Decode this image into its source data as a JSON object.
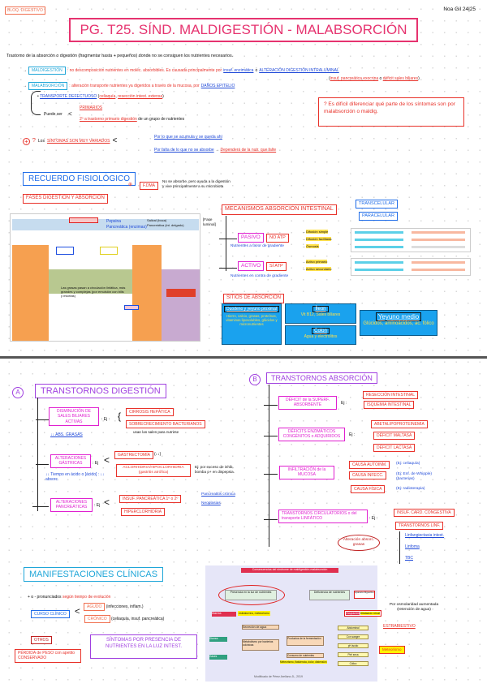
{
  "header": {
    "tag": "BLOQ. DIGESTIVO",
    "author": "Noa Gil 24|25",
    "title": "PG. T25. SÍND. MALDIGESTIÓN - MALABSORCIÓN"
  },
  "intro": {
    "definition": "Trastorno de la absorción o digestión (fragmentar hasta + pequeños) donde no se consiguen los nutrientes necesarios.",
    "maldigestion": {
      "label": "MALDIGESTIÓN",
      "text": ": no descomposición nutrientes en moléc. absorbibles. Es causada principalmente por",
      "link1": "insuf. enzimática",
      "or": "o",
      "link2": "ALTERACIÓN DIGESTIÓN INTRALUMINAL",
      "sub1": "insuf. pancreática exocrina",
      "sub_or": "o",
      "sub2": "déficit sales biliares"
    },
    "malabsorcion": {
      "label": "MALABSORCIÓN",
      "text": ": alteración transporte nutrientes ya digeridos a través de la mucosa, por",
      "link": "DAÑOS EPITELIO",
      "defect": "TRANSPORTE DEFECTUOSO",
      "defect_ex1": "celiaquía",
      "defect_ex2": "resección intest. extensa",
      "puede_ser": "Puede ser",
      "primario": "PRIMARIOS",
      "secundario": "2º a trastorno primario digestión",
      "secundario_tail": "de un grupo de nutrientes"
    },
    "note": "? Es difícil diferenciar qué parte de los síntomas son por malabsorción o maldig.",
    "sintomas": {
      "prefix": "Los",
      "label": "SÍNTOMAS SON MUY VARIADOS",
      "branch1": "Por lo que se acumula y se queda ahí",
      "branch2": "Por falta de lo que no se absorbe",
      "result": "Dependerá de la nutr. que falte"
    }
  },
  "recuerdo": {
    "title": "RECUERDO FISIOLÓGICO",
    "fases": "FASES DIGESTIÓN Y ABSORCIÓN",
    "flag": "F.DMA",
    "flag_note": "No se absorbe, pero ayuda a la digestión y vive principalmente a su microbiota",
    "diagram_labels": {
      "a1": "Pepsina",
      "a2": "Pancreática (enzimas)",
      "s1": "Salival (boca)",
      "s2": "Pancreática (int. delgado)",
      "side": "[Fase luminal]",
      "note": "Las grasas pasan a circulación linfática, más grandes y complejas (por emulsión con bilis y micelas)"
    },
    "mecanismos": {
      "title": "MECANISMOS ABSORCIÓN INTESTINAL",
      "trans": "TRANSCELULAR",
      "para": "PARACELULAR",
      "pasivo": "PASIVO",
      "pasivo_tag": "NO ATP",
      "pasivo_note": "Nutrientes a favor de gradiente",
      "activo": "ACTIVO",
      "activo_tag": "SÍ ATP",
      "activo_note": "Nutrientes en contra de gradiente",
      "pasivo_rows": [
        "Difusión simple",
        "Difusión facilitada",
        "Ósmosis"
      ],
      "activo_rows": [
        "Activo primario",
        "Activo secundario"
      ]
    },
    "sitios": {
      "title": "SITIOS DE ABSORCIÓN",
      "duodeno": "Duodeno y yeyuno proximal",
      "duodeno_text": "Hierro, calcio, grasas, proteínas, vitaminas liposolubles, glúcidos y micronutrientes",
      "ileon": "Íleon",
      "ileon_text": "Vit B12, Sales biliares",
      "colon": "Colon",
      "colon_text": "Agua y electrolitos",
      "yeyuno": "Yeyuno medio",
      "yeyuno_text": "Glúcidos, aminoácidos, ac. fólico"
    }
  },
  "digestion": {
    "letter": "A",
    "title": "TRANSTORNOS DIGESTIÓN",
    "items": [
      {
        "label": "DISMINUCIÓN DE SALES BILIARES ACTIVAS",
        "note": "↓↓ ABS. GRASAS",
        "ej": ": Ej :",
        "causes": [
          "CIRROSIS HEPÁTICA",
          "SOBRECRECIMIENTO BACTERIANOS"
        ],
        "cause_note": "usan las sales para nutrirse"
      },
      {
        "label": "ALTERACIONES GÁSTRICAS",
        "note": "↓↓ Tiempo en ácido o [ácido] : ↓↓ absorc.",
        "ej": ": Ej",
        "causes": [
          "GASTRECTOMÍA",
          "ACLORHIDRIA/HIPOCLORHIDRIA (gastritis atrófica)"
        ],
        "cause_extra": "(↓↓)",
        "cause_note": "Ej: por exceso de inhib. bomba p+ en dispepsia."
      },
      {
        "label": "ALTERACIONES PANCREÁTICAS",
        "ej": ": Ej",
        "causes": [
          "INSUF. PANCREÁTICA 1º o 2º",
          "HIPERCLORHIDRIA"
        ],
        "links": [
          "Pancreatitis crónica",
          "Neoplasias"
        ]
      }
    ]
  },
  "absorcion": {
    "letter": "B",
    "title": "TRANSTORNOS ABSORCIÓN",
    "items": [
      {
        "label": "DÉFICIT de la SUPERF. ABSORBENTE",
        "ej": "Ej :",
        "causes": [
          "RESECCIÓN INTESTINAL",
          "ISQUEMIA INTESTINAL"
        ]
      },
      {
        "label": "DÉFICITS ENZIMÁTICOS CONGÉNITOS o ADQUIRIDOS",
        "ej": "Ej :",
        "causes": [
          "ABETALIPOPROTEINEMIA",
          "DÉFICIT MALTASA",
          "DÉFICIT LACTASA"
        ]
      },
      {
        "label": "INFILTRACIÓN de la MUCOSA",
        "causes": [
          "CAUSA AUTOINM.",
          "CAUSA INFECC.",
          "CAUSA FÍSICA"
        ],
        "notes": [
          "(Ej: celiaquía)",
          "(Ej: Enf. de Whipple) (bacterias)",
          "(Ej: radioterapia)"
        ]
      },
      {
        "label": "TRANSTORNOS CIRCULATORIOS o del transporte LINFÁTICO",
        "ej": ": Ej :",
        "causes": [
          "INSUF. CARD. CONGESTIVA",
          "TRANSTORNOS LINF."
        ],
        "links": [
          "Linfangiectasia intest.",
          "Linfoma",
          "TBC"
        ],
        "circle": "Alteración absorc. grasas"
      }
    ]
  },
  "clinicas": {
    "title": "MANIFESTACIONES CLÍNICAS",
    "line1_prefix": "+ o - pronunciados",
    "line1_red": "según tiempo de evolución",
    "curso": "CURSO CLÍNICO",
    "agudo": "AGUDO",
    "agudo_note": "(infecciones, inflam.)",
    "cronico": "CRÓNICO",
    "cronico_note": "(celiaquía, insuf. pancreática)",
    "otros": "OTROS",
    "perdida": "PÉRDIDA de PESO con apetito CONSERVADO",
    "callout": "SÍNTOMAS POR PRESENCIA DE NUTRIENTES EN LA LUZ INTEST.",
    "side_note": "Por osmolaridad aumentada (retención de agua)",
    "estrabiestivo": "ESTRABIESTIVO",
    "flow": {
      "top": "Consecuencias del síndrome de maldigestión-malabsorción",
      "left": "Presencia en la luz de nutrientes",
      "right": "Deficiencia de nutrientes",
      "right_side": "Aparato Digestivo",
      "diarrea": "Diarrea",
      "diarrea_note": "esteatorrea, meteorismo",
      "ocupacion": "Ocupación",
      "ocupacion_note": "Dilatación renal",
      "mid1": "Secreción de agua",
      "mid2": "Metabolismo por bacterias colónicas",
      "mid3": "Productos de la fermentación",
      "mid4": "Consumo de nutrientes",
      "mid4_note": "Meteorismo, flatulencia, dolor, distensión",
      "small1": "Diarrea",
      "small2": "Gases",
      "outs": [
        "Abdominal",
        "Con sangre",
        "pH ácido",
        "Piel seca",
        "Cólico"
      ],
      "out_tag": "Meteorismo",
      "caption": "Modificado de Pérez Arellano JL, 2019"
    }
  }
}
